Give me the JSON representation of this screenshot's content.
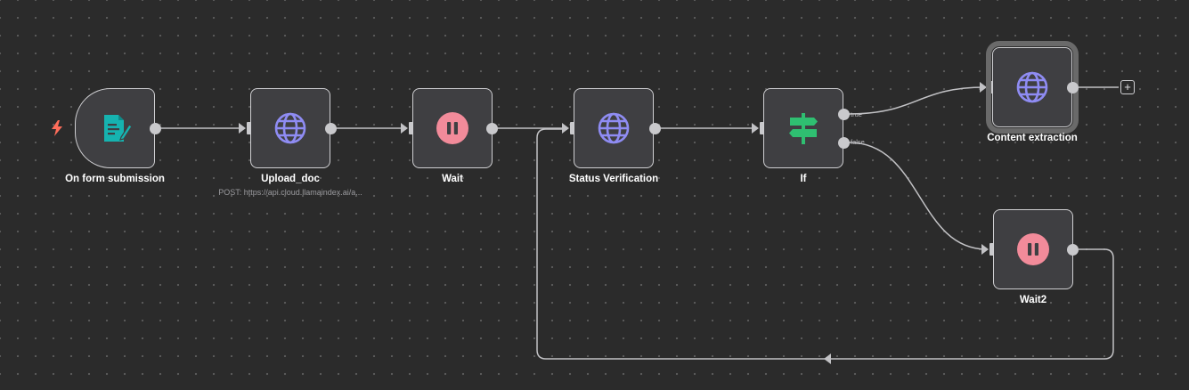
{
  "workflow": {
    "nodes": {
      "form": {
        "title": "On form submission",
        "icon": "form-edit-icon",
        "accent": "#16b3b0"
      },
      "upload": {
        "title": "Upload_doc",
        "subtitle": "POST: https://api.cloud.llamaindex.ai/a...",
        "icon": "globe-icon",
        "accent": "#8f8cf3"
      },
      "wait": {
        "title": "Wait",
        "icon": "pause-icon",
        "accent": "#f28b9a"
      },
      "status": {
        "title": "Status Verification",
        "icon": "globe-icon",
        "accent": "#8f8cf3"
      },
      "if": {
        "title": "If",
        "icon": "signpost-icon",
        "accent": "#2fbf71",
        "branch_true": "true",
        "branch_false": "false"
      },
      "content": {
        "title": "Content extraction",
        "icon": "globe-icon",
        "accent": "#8f8cf3"
      },
      "wait2": {
        "title": "Wait2",
        "icon": "pause-icon",
        "accent": "#f28b9a"
      }
    },
    "add_button": "+",
    "trigger_color": "#ff6d5a"
  }
}
